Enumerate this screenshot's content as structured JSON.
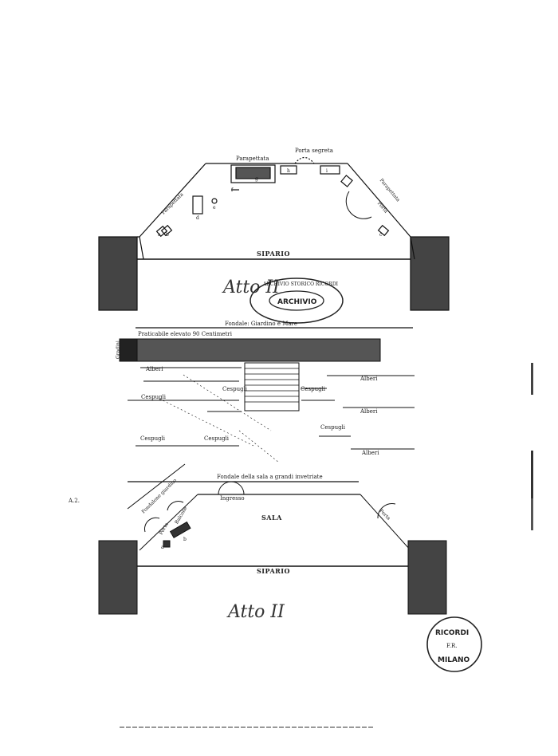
{
  "act1": {
    "parapettata_top": "Parapettata",
    "porta_segreta": "Porta segreta",
    "parapettata_left": "Parapettata",
    "parapettata_right": "Parapettata",
    "porta_right": "Porta",
    "sipario": "SIPARIO",
    "handwritten": "Atto II",
    "letters": {
      "a": "a",
      "b": "b",
      "c": "c",
      "d": "d",
      "e": "e",
      "f": "f",
      "g": "g",
      "h": "h",
      "i": "i"
    }
  },
  "act2": {
    "fondale_top": "Fondale: Giardino e Mare",
    "praticabile": "Praticabile elevato 90 Centimetri",
    "gradini": "Gradini",
    "alberi": "Alberi",
    "cespugli": "Cespugli",
    "fondale_sala": "Fondale della sala a grandi invetriate",
    "ingresso": "Ingresso",
    "sala": "SALA",
    "fondalone": "Fondalone giardino",
    "porta": "Porta",
    "balcone": "Balcone",
    "sipario": "SIPARIO",
    "handwritten": "Atto II",
    "letters": {
      "a": "a",
      "b": "b"
    }
  },
  "stamps": {
    "archive": "ARCHIVIO",
    "archive_ring": "ARCHIVIO STORICO RICORDI",
    "round": "RICORDI",
    "round_city": "MILANO",
    "round_mark": "F.R."
  },
  "margin_note": "A.2."
}
